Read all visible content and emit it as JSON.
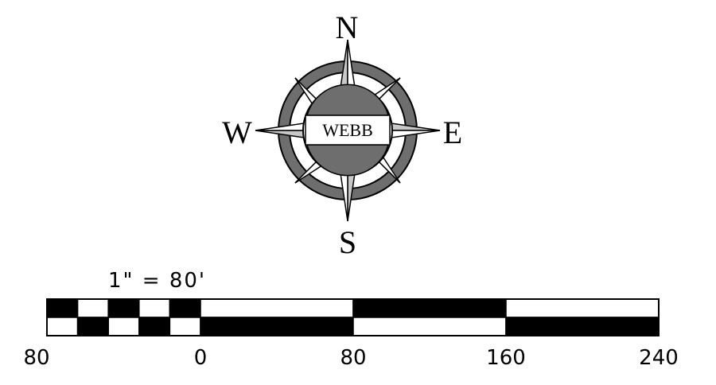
{
  "compass": {
    "north": "N",
    "south": "S",
    "east": "E",
    "west": "W",
    "center_label": "WEBB",
    "colors": {
      "ring": "#6e6e6e",
      "point_light": "#c8c8c8",
      "point_dark": "#ffffff",
      "outline": "#000000"
    }
  },
  "scale_bar": {
    "ratio_label": "1\" = 80'",
    "tick_labels": [
      "80",
      "0",
      "80",
      "160",
      "240"
    ],
    "colors": {
      "dark": "#000000",
      "light": "#ffffff"
    }
  }
}
